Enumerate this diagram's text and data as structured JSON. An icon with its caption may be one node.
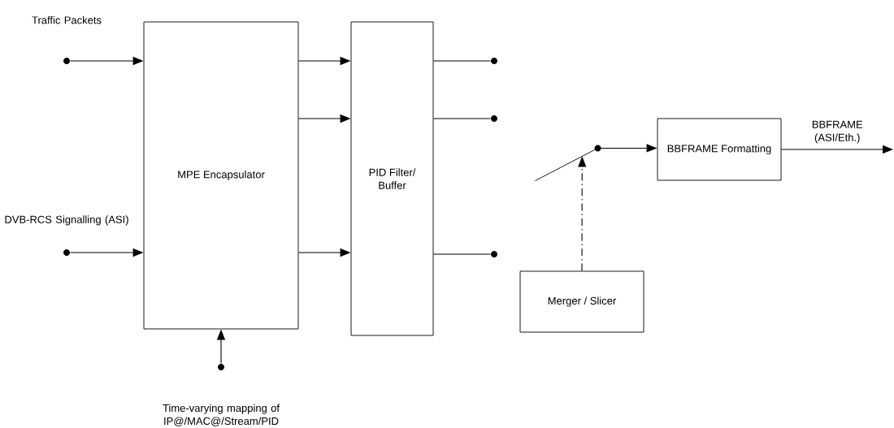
{
  "diagram": {
    "nodes": [
      {
        "text": [],
        "shape": "circle",
        "beside": [
          "Traffic Packets"
        ]
      },
      {
        "text": [],
        "shape": "circle",
        "beside": [
          "DVB-RCS Signalling (ASI)"
        ]
      },
      {
        "text": [
          "MPE Encapsulator"
        ]
      },
      {
        "text": [],
        "shape": "circle",
        "beside": [
          "Time-varying mapping of IP@/MAC@/Stream/PID"
        ]
      },
      {
        "text": [
          "PID Filter/ Buffer"
        ]
      },
      {
        "text": [],
        "shape": "circle"
      },
      {
        "text": [],
        "shape": "circle"
      },
      {
        "text": [],
        "shape": "circle"
      },
      {
        "text": [],
        "shape": "switch"
      },
      {
        "text": [
          "Merger / Slicer"
        ]
      },
      {
        "text": [
          "BBFRAME Formatting"
        ]
      }
    ],
    "edges": [
      {
        "from": 0,
        "to": 2,
        "arrow": "to"
      },
      {
        "from": 1,
        "to": 2,
        "arrow": "to"
      },
      {
        "from": 3,
        "to": 2,
        "arrow": "to"
      },
      {
        "from": 2,
        "to": 4,
        "arrow": "to"
      },
      {
        "from": 2,
        "to": 4,
        "arrow": "to"
      },
      {
        "from": 2,
        "to": 4,
        "arrow": "to"
      },
      {
        "from": 4,
        "to": 5,
        "arrow": "none"
      },
      {
        "from": 4,
        "to": 6,
        "arrow": "none"
      },
      {
        "from": 4,
        "to": 7,
        "arrow": "none"
      },
      {
        "from": 9,
        "to": 8,
        "arrow": "to",
        "style": "dashed"
      },
      {
        "from": 8,
        "to": 10,
        "arrow": "to"
      },
      {
        "from": 10,
        "to": null,
        "arrow": "to",
        "label": "BBFRAME (ASI/Eth.)"
      }
    ]
  }
}
